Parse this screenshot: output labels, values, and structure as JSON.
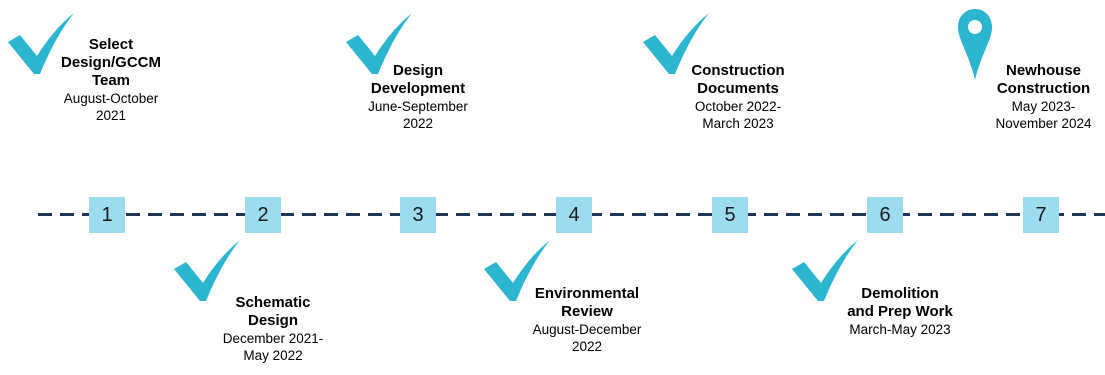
{
  "timeline": {
    "steps": [
      "1",
      "2",
      "3",
      "4",
      "5",
      "6",
      "7"
    ],
    "colors": {
      "check": "#2bb5cf",
      "step_box": "#9ddcef",
      "line": "#1f3551",
      "pin": "#2bb5cf"
    }
  },
  "milestones": [
    {
      "icon": "checkmark-icon",
      "title": "Select\nDesign/GCCM\nTeam",
      "dates": "August-October\n2021"
    },
    {
      "icon": "checkmark-icon",
      "title": "Schematic\nDesign",
      "dates": "December 2021-\nMay 2022"
    },
    {
      "icon": "checkmark-icon",
      "title": "Design\nDevelopment",
      "dates": "June-September\n2022"
    },
    {
      "icon": "checkmark-icon",
      "title": "Environmental\nReview",
      "dates": "August-December\n2022"
    },
    {
      "icon": "checkmark-icon",
      "title": "Construction\nDocuments",
      "dates": "October 2022-\nMarch 2023"
    },
    {
      "icon": "checkmark-icon",
      "title": "Demolition\nand Prep Work",
      "dates": "March-May 2023"
    },
    {
      "icon": "location-pin-icon",
      "title": "Newhouse\nConstruction",
      "dates": "May 2023-\nNovember 2024"
    }
  ]
}
